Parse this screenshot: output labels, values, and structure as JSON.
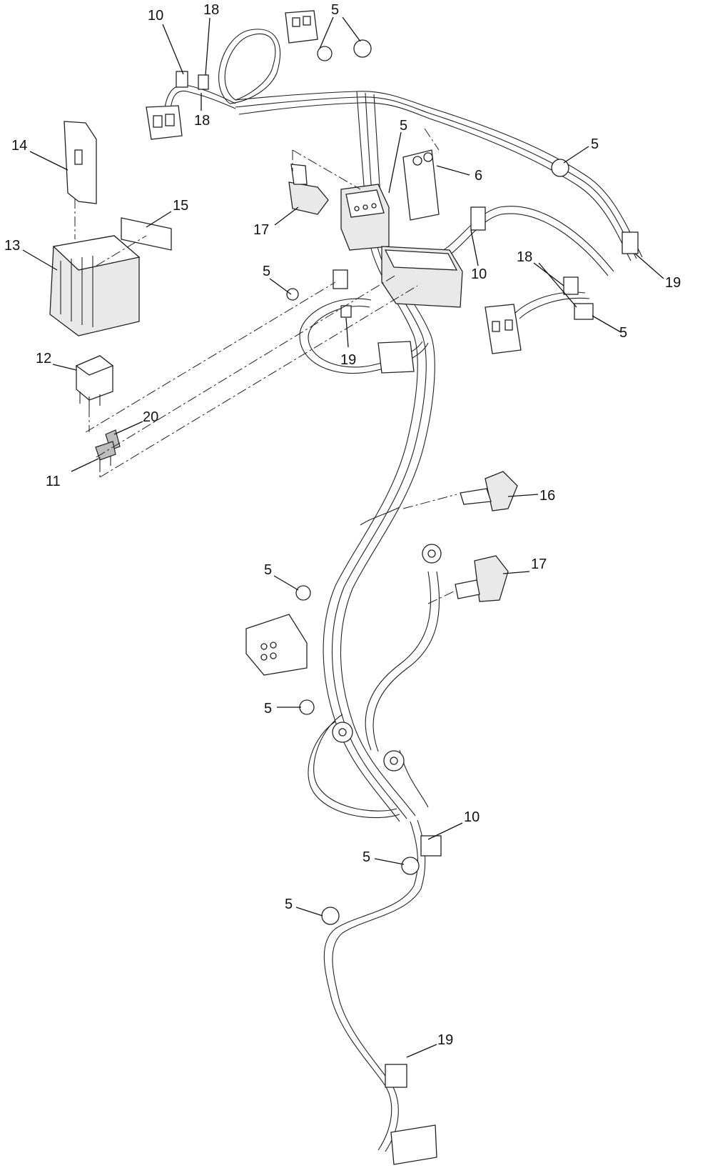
{
  "diagram": {
    "callouts": [
      {
        "id": "c-10a",
        "label": "10"
      },
      {
        "id": "c-18a",
        "label": "18"
      },
      {
        "id": "c-18b",
        "label": "18"
      },
      {
        "id": "c-5a",
        "label": "5"
      },
      {
        "id": "c-14",
        "label": "14"
      },
      {
        "id": "c-15",
        "label": "15"
      },
      {
        "id": "c-13",
        "label": "13"
      },
      {
        "id": "c-5b",
        "label": "5"
      },
      {
        "id": "c-6",
        "label": "6"
      },
      {
        "id": "c-17a",
        "label": "17"
      },
      {
        "id": "c-5c",
        "label": "5"
      },
      {
        "id": "c-10b",
        "label": "10"
      },
      {
        "id": "c-18c",
        "label": "18"
      },
      {
        "id": "c-19a",
        "label": "19"
      },
      {
        "id": "c-5d",
        "label": "5"
      },
      {
        "id": "c-5e",
        "label": "5"
      },
      {
        "id": "c-19b",
        "label": "19"
      },
      {
        "id": "c-12",
        "label": "12"
      },
      {
        "id": "c-20",
        "label": "20"
      },
      {
        "id": "c-11",
        "label": "11"
      },
      {
        "id": "c-16",
        "label": "16"
      },
      {
        "id": "c-17b",
        "label": "17"
      },
      {
        "id": "c-5f",
        "label": "5"
      },
      {
        "id": "c-5g",
        "label": "5"
      },
      {
        "id": "c-10c",
        "label": "10"
      },
      {
        "id": "c-5h",
        "label": "5"
      },
      {
        "id": "c-5i",
        "label": "5"
      },
      {
        "id": "c-19c",
        "label": "19"
      },
      {
        "id": "c-5j",
        "label": "5"
      }
    ]
  }
}
